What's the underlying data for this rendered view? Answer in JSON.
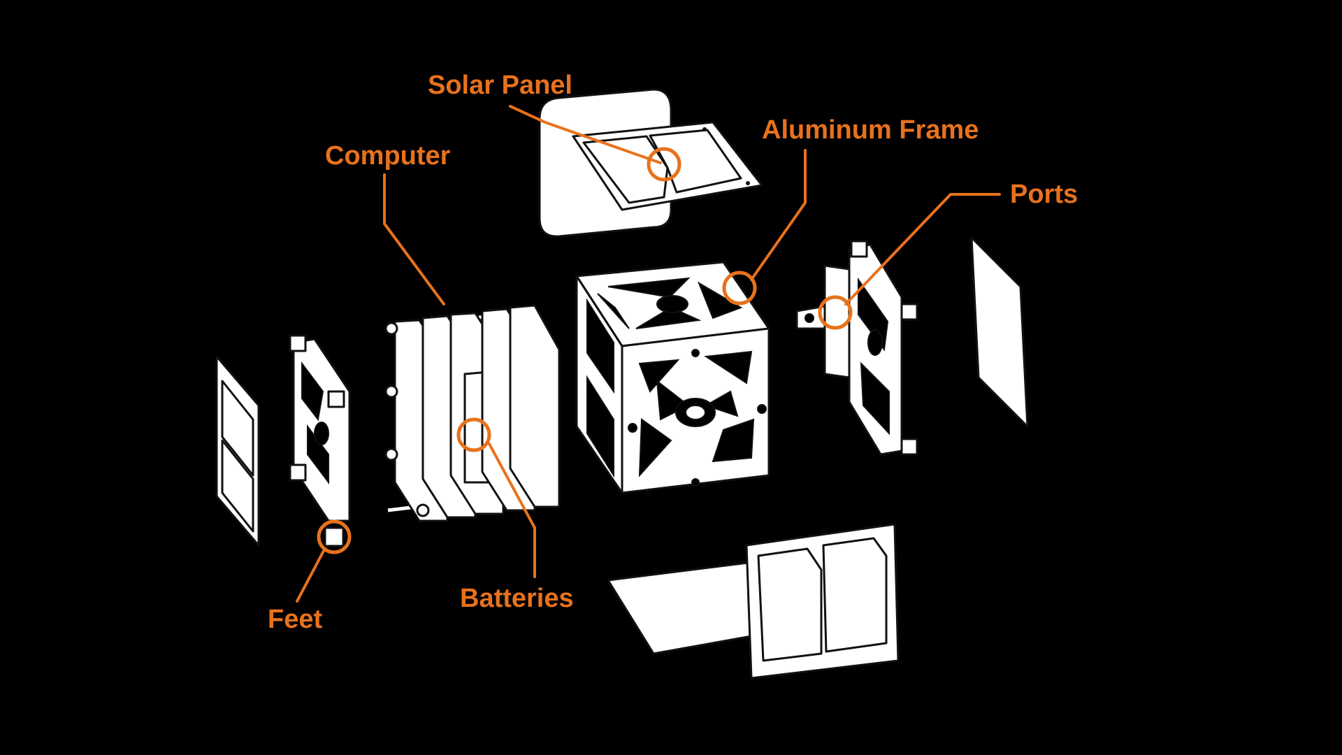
{
  "colors": {
    "background": "#000000",
    "accent": "#E8721C",
    "parts": "#FFFFFF"
  },
  "labels": {
    "solar_panel": "Solar Panel",
    "aluminum_frame": "Aluminum Frame",
    "computer": "Computer",
    "ports": "Ports",
    "feet": "Feet",
    "batteries": "Batteries"
  }
}
